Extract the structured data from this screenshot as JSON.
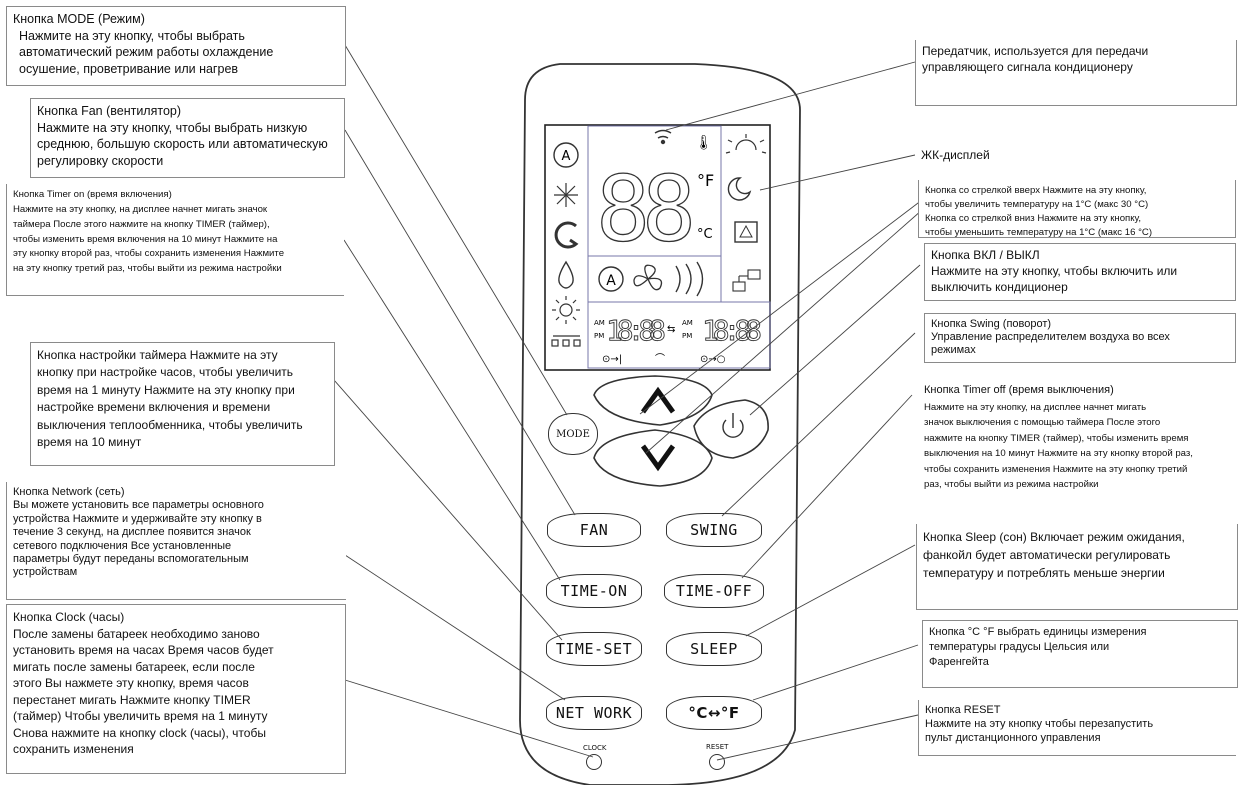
{
  "annotations": {
    "mode": {
      "title": "Кнопка MODE (Режим)",
      "lines": [
        "Нажмите на эту кнопку, чтобы выбрать",
        "автоматический режим работы  охлаждение",
        "осушение, проветривание или нагрев"
      ]
    },
    "fan": {
      "title": "Кнопка Fan (вентилятор)",
      "lines": [
        "Нажмите на эту кнопку, чтобы выбрать низкую",
        "среднюю, большую скорость или автоматическую",
        "регулировку скорости"
      ]
    },
    "timer_on": {
      "title": "Кнопка Timer on (время включения)",
      "lines": [
        "Нажмите на эту кнопку, на дисплее начнет мигать значок",
        "таймера  После этого нажмите на кнопку TIMER (таймер),",
        "чтобы изменить время включения на 10 минут  Нажмите на",
        "эту кнопку второй раз, чтобы сохранить изменения  Нажмите",
        "на эту кнопку третий раз, чтобы выйти из режима настройки"
      ]
    },
    "time_set": {
      "title": "Кнопка настройки таймера  Нажмите на эту",
      "lines": [
        "кнопку при настройке часов, чтобы увеличить",
        "время на 1 минуту  Нажмите на эту кнопку при",
        "настройке времени включения и времени",
        "выключения теплообменника, чтобы увеличить",
        "время на 10 минут"
      ]
    },
    "network": {
      "title": "Кнопка Network (сеть)",
      "lines": [
        "Вы можете установить все параметры основного",
        "устройства  Нажмите и  удерживайте эту кнопку в",
        "течение  3  секунд,  на  дисплее  появится  значок",
        "сетевого    подключения     Все    установленные",
        "параметры    будут    переданы    вспомогательным",
        "устройствам"
      ]
    },
    "clock": {
      "title": "Кнопка Clock (часы)",
      "lines": [
        "После замены батареек необходимо заново",
        "установить время на часах  Время часов будет",
        "мигать после замены батареек, если после",
        "этого Вы нажмете эту кнопку, время часов",
        "перестанет мигать  Нажмите кнопку TIMER",
        "(таймер)  Чтобы увеличить время на 1 минуту",
        "Снова нажмите на кнопку clock (часы), чтобы",
        "сохранить изменения"
      ]
    },
    "transmitter": {
      "lines": [
        "Передатчик, используется для передачи",
        "управляющего сигнала кондиционеру"
      ]
    },
    "lcd": {
      "lines": [
        "ЖК-дисплей"
      ]
    },
    "arrows": {
      "lines": [
        "Кнопка со стрелкой вверх  Нажмите на эту кнопку,",
        "чтобы увеличить температуру на 1°C (макс  30 °C)",
        "Кнопка со стрелкой вниз  Нажмите на эту кнопку,",
        "чтобы уменьшить температуру на 1°C (макс  16 °C)"
      ]
    },
    "power": {
      "title": "Кнопка ВКЛ  / ВЫКЛ",
      "lines": [
        "Нажмите на эту кнопку, чтобы включить или",
        "выключить кондиционер"
      ]
    },
    "swing": {
      "title": "Кнопка Swing (поворот)",
      "lines": [
        "Управление распределителем воздуха во всех",
        "режимах"
      ]
    },
    "timer_off": {
      "title": "Кнопка Timer off (время выключения)",
      "lines": [
        "Нажмите на эту кнопку, на дисплее начнет мигать",
        "значок выключения с помощью таймера  После этого",
        "нажмите на кнопку TIMER (таймер), чтобы изменить время",
        "выключения на 10 минут  Нажмите на эту кнопку второй раз,",
        "чтобы сохранить изменения  Нажмите на эту кнопку третий",
        "раз, чтобы выйти из режима настройки"
      ]
    },
    "sleep": {
      "lines": [
        "Кнопка Sleep (сон)  Включает режим ожидания,",
        "фанкойл  будет автоматически регулировать",
        "температуру и потреблять меньше энергии"
      ]
    },
    "units": {
      "lines": [
        "Кнопка °C    °F  выбрать единицы измерения",
        "температуры     градусы Цельсия или",
        "Фаренгейта"
      ]
    },
    "reset": {
      "title": "Кнопка RESET",
      "lines": [
        "Нажмите на эту кнопку  чтобы перезапустить",
        "пульт дистанционного управления"
      ]
    }
  },
  "remote": {
    "display": {
      "big_digits": "88",
      "unit_f": "°F",
      "unit_c": "°C",
      "time_left": "18:88",
      "time_right": "18:88",
      "am": "AM",
      "pm": "PM"
    },
    "buttons": {
      "mode": "MODE",
      "fan": "FAN",
      "swing": "SWING",
      "time_on": "TIME-ON",
      "time_off": "TIME-OFF",
      "time_set": "TIME-SET",
      "sleep": "SLEEP",
      "network": "NET WORK",
      "units": "°C↔°F",
      "clock": "CLOCK",
      "reset": "RESET"
    }
  }
}
